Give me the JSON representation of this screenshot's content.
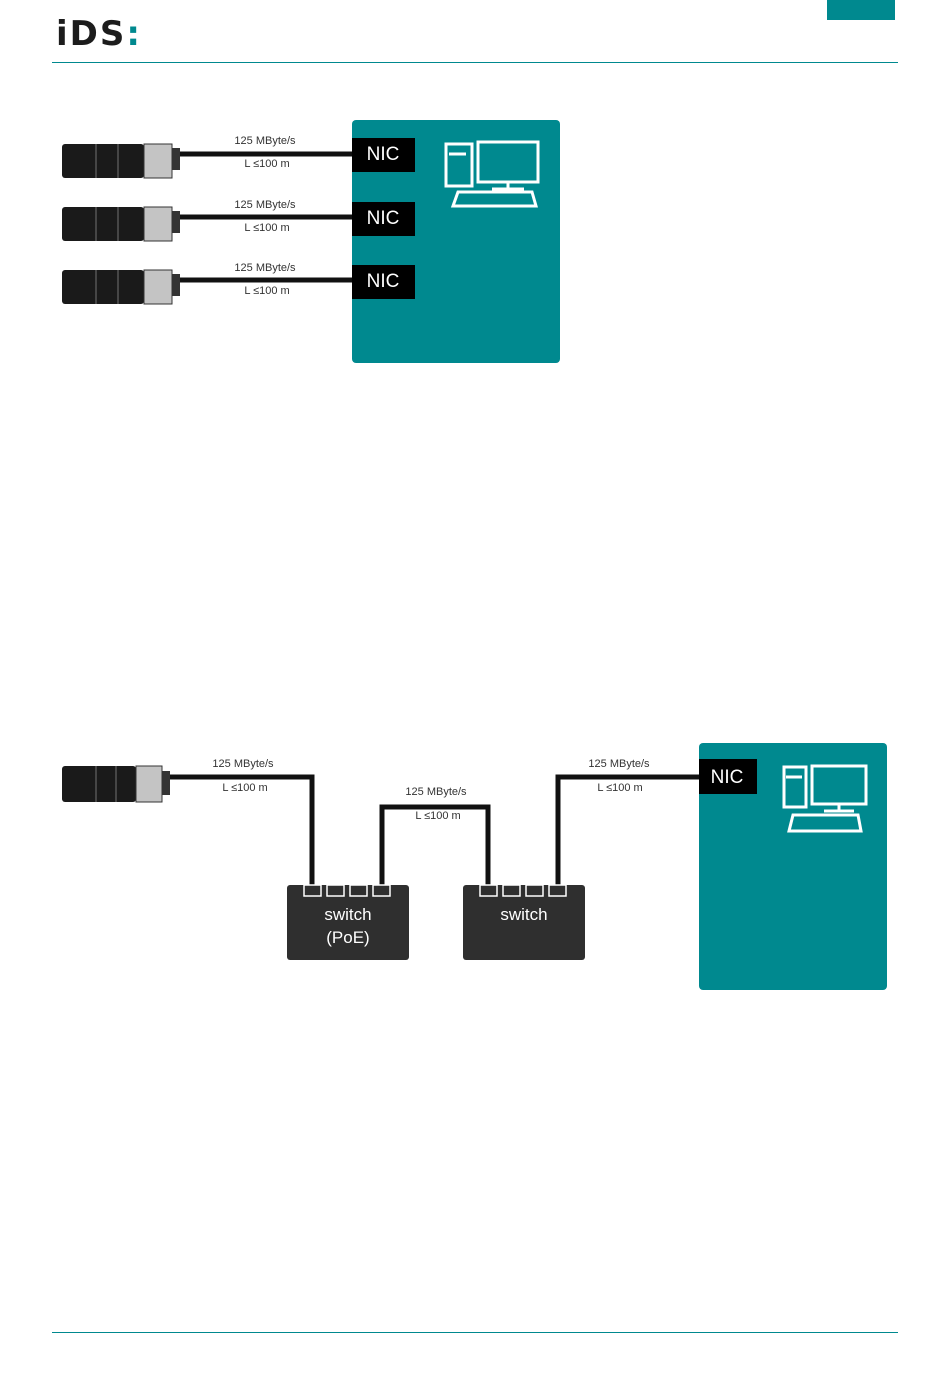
{
  "header": {
    "logo_text": "iDS",
    "logo_dots": ":",
    "accent_color": "#00898f"
  },
  "figure1": {
    "links": [
      {
        "speed": "125 MByte/s",
        "length": "L ≤100 m",
        "nic": "NIC"
      },
      {
        "speed": "125 MByte/s",
        "length": "L ≤100 m",
        "nic": "NIC"
      },
      {
        "speed": "125 MByte/s",
        "length": "L ≤100 m",
        "nic": "NIC"
      }
    ]
  },
  "figure2": {
    "link_camera": {
      "speed": "125 MByte/s",
      "length": "L ≤100 m"
    },
    "link_switches": {
      "speed": "125 MByte/s",
      "length": "L ≤100 m"
    },
    "link_pc": {
      "speed": "125 MByte/s",
      "length": "L ≤100 m"
    },
    "switch_poe": {
      "line1": "switch",
      "line2": "(PoE)"
    },
    "switch_plain": {
      "line1": "switch"
    },
    "nic": "NIC"
  },
  "colors": {
    "pc_box": "#00898f",
    "nic_box": "#000000",
    "switch_box": "#2f2f2f",
    "camera_body": "#1a1a1a",
    "camera_back": "#c4c4c4"
  }
}
